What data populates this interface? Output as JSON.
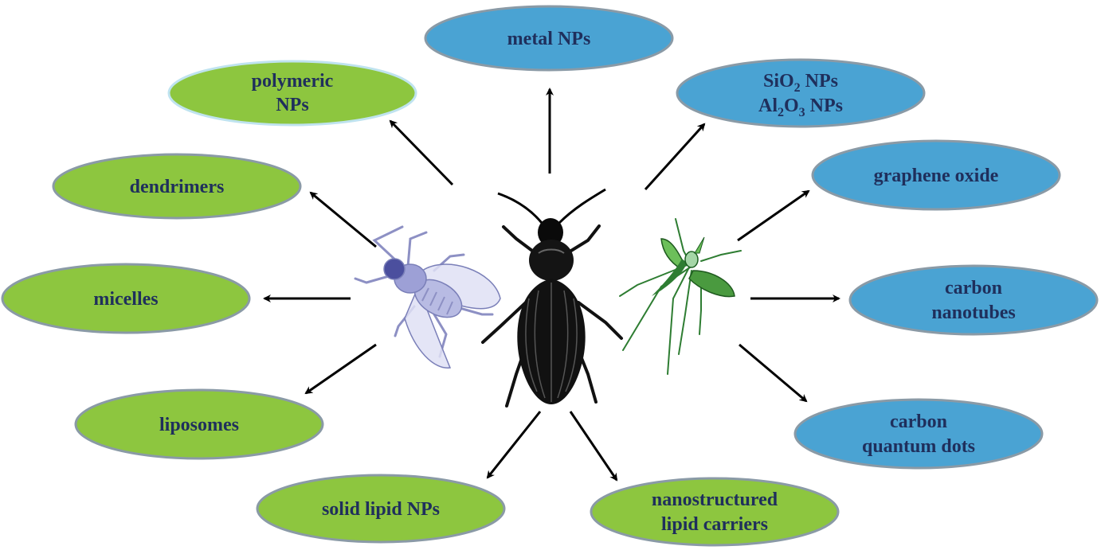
{
  "diagram": {
    "colors": {
      "organic_fill": "#8dc63f",
      "inorganic_fill": "#4aa3d3",
      "outline": "#8a9aa6",
      "text": "#1f2f5c",
      "arrow": "#000000"
    },
    "organic_nodes": [
      {
        "id": "polymeric-nps",
        "lines": [
          "polymeric",
          "NPs"
        ]
      },
      {
        "id": "dendrimers",
        "lines": [
          "dendrimers"
        ]
      },
      {
        "id": "micelles",
        "lines": [
          "micelles"
        ]
      },
      {
        "id": "liposomes",
        "lines": [
          "liposomes"
        ]
      },
      {
        "id": "solid-lipid-nps",
        "lines": [
          "solid lipid NPs"
        ]
      },
      {
        "id": "nanostructured-lipid-carriers",
        "lines": [
          "nanostructured",
          "lipid carriers"
        ]
      }
    ],
    "inorganic_nodes": [
      {
        "id": "metal-nps",
        "lines": [
          "metal NPs"
        ]
      },
      {
        "id": "oxide-nps",
        "line1": {
          "a": "SiO",
          "sub": "2",
          "b": " NPs"
        },
        "line2": {
          "a": "Al",
          "sub1": "2",
          "mid": "O",
          "sub2": "3",
          "b": " NPs"
        }
      },
      {
        "id": "graphene-oxide",
        "lines": [
          "graphene oxide"
        ]
      },
      {
        "id": "carbon-nanotubes",
        "lines": [
          "carbon",
          "nanotubes"
        ]
      },
      {
        "id": "carbon-quantum-dots",
        "lines": [
          "carbon",
          "quantum dots"
        ]
      }
    ],
    "icons": [
      "fly-icon",
      "beetle-icon",
      "mosquito-icon"
    ]
  }
}
